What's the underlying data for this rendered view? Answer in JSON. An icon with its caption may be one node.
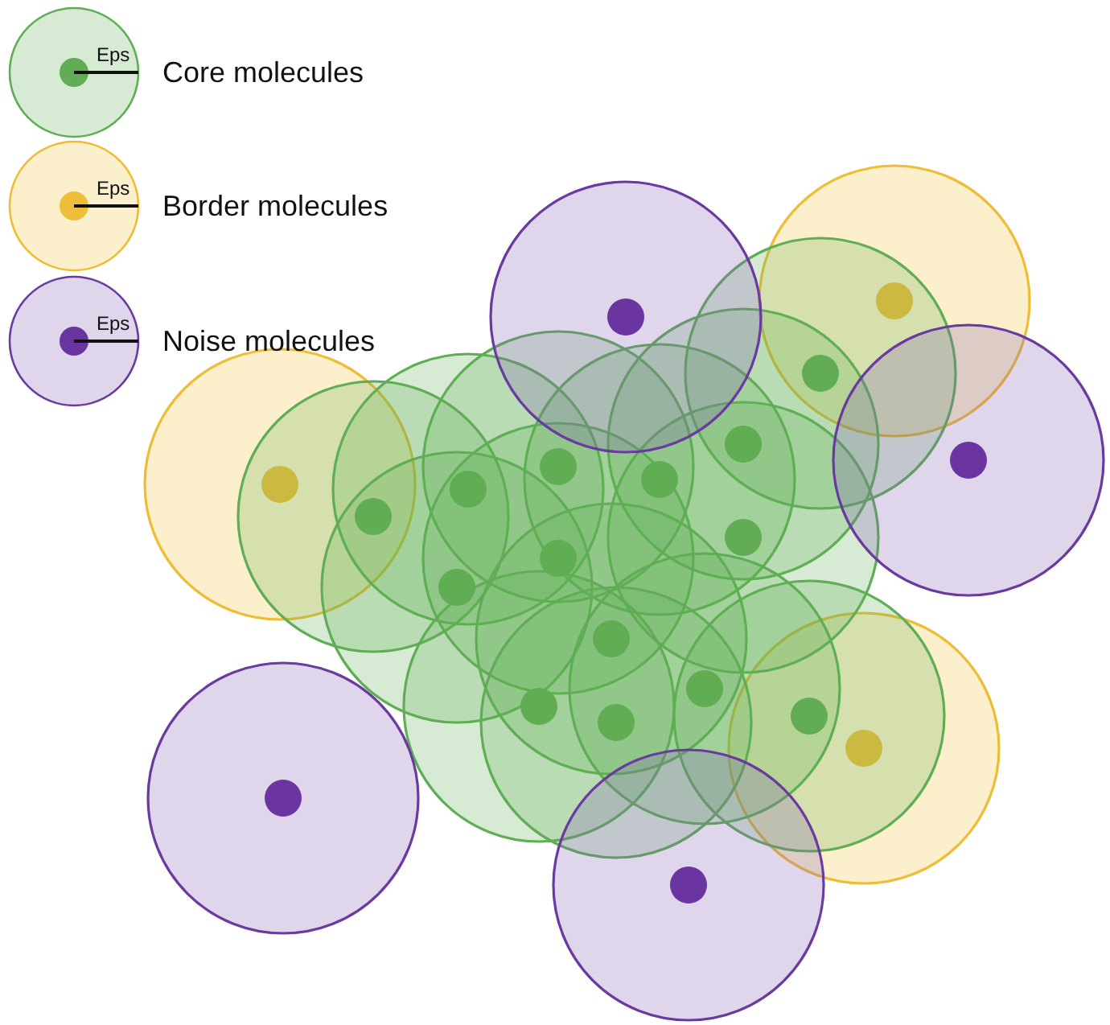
{
  "diagram": {
    "labels": [
      "Eps",
      "Eps",
      "Eps"
    ],
    "legend": [
      {
        "text": "Core molecules"
      },
      {
        "text": "Border molecules"
      },
      {
        "text": "Noise molecules"
      }
    ]
  }
}
